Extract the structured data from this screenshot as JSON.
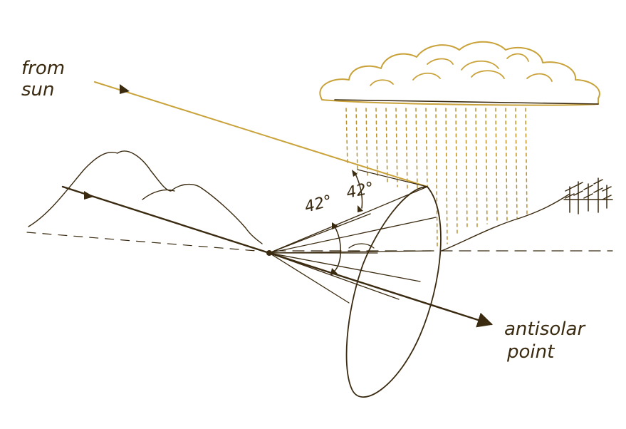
{
  "diagram": {
    "labels": {
      "from_sun": [
        "from",
        "sun"
      ],
      "antisolar_point": [
        "antisolar",
        "point"
      ],
      "angle_left": "42°",
      "angle_top": "42°"
    },
    "colors": {
      "ink": "#3a2a10",
      "pencil_gold": "#c9a23a",
      "background": "#ffffff"
    }
  }
}
